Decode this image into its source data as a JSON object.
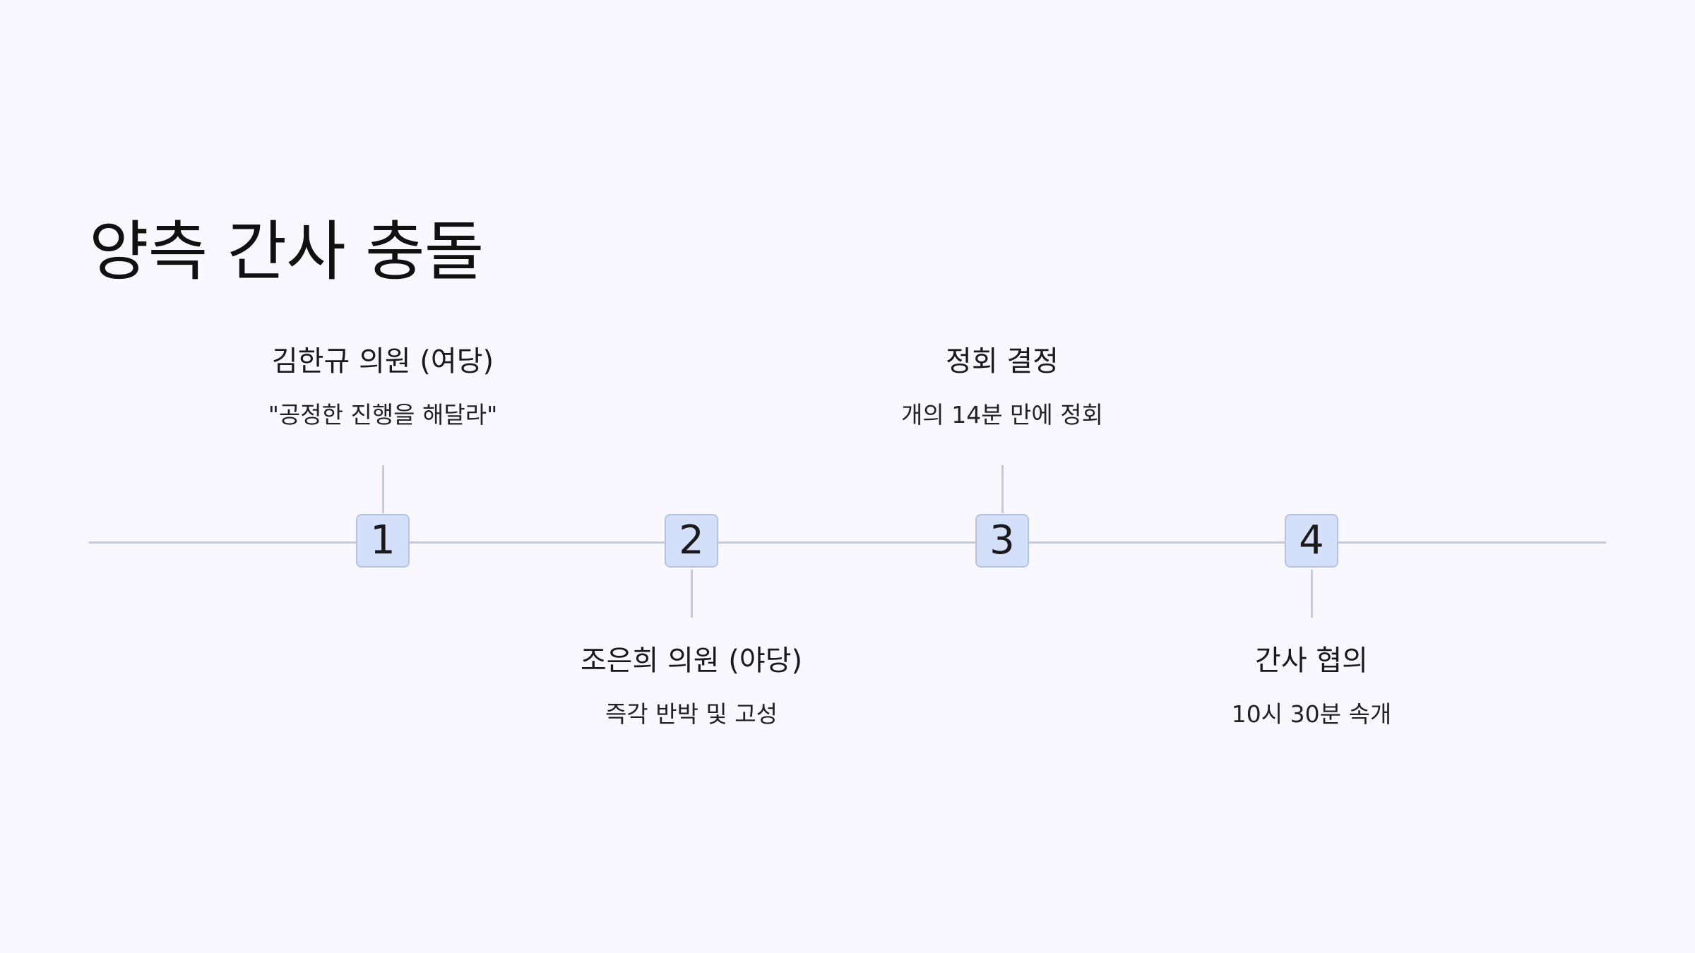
{
  "title": "양측 간사 충돌",
  "colors": {
    "background": "#f8f8fe",
    "axis": "#c5c9d9",
    "marker_fill": "#d4dff9",
    "marker_border": "#b6c3e2"
  },
  "events": [
    {
      "number": "1",
      "heading": "김한규 의원 (여당)",
      "description": "\"공정한 진행을 해달라\"",
      "position": "above"
    },
    {
      "number": "2",
      "heading": "조은희 의원 (야당)",
      "description": "즉각 반박 및 고성",
      "position": "below"
    },
    {
      "number": "3",
      "heading": "정회 결정",
      "description": "개의 14분 만에 정회",
      "position": "above"
    },
    {
      "number": "4",
      "heading": "간사 협의",
      "description": "10시 30분 속개",
      "position": "below"
    }
  ]
}
